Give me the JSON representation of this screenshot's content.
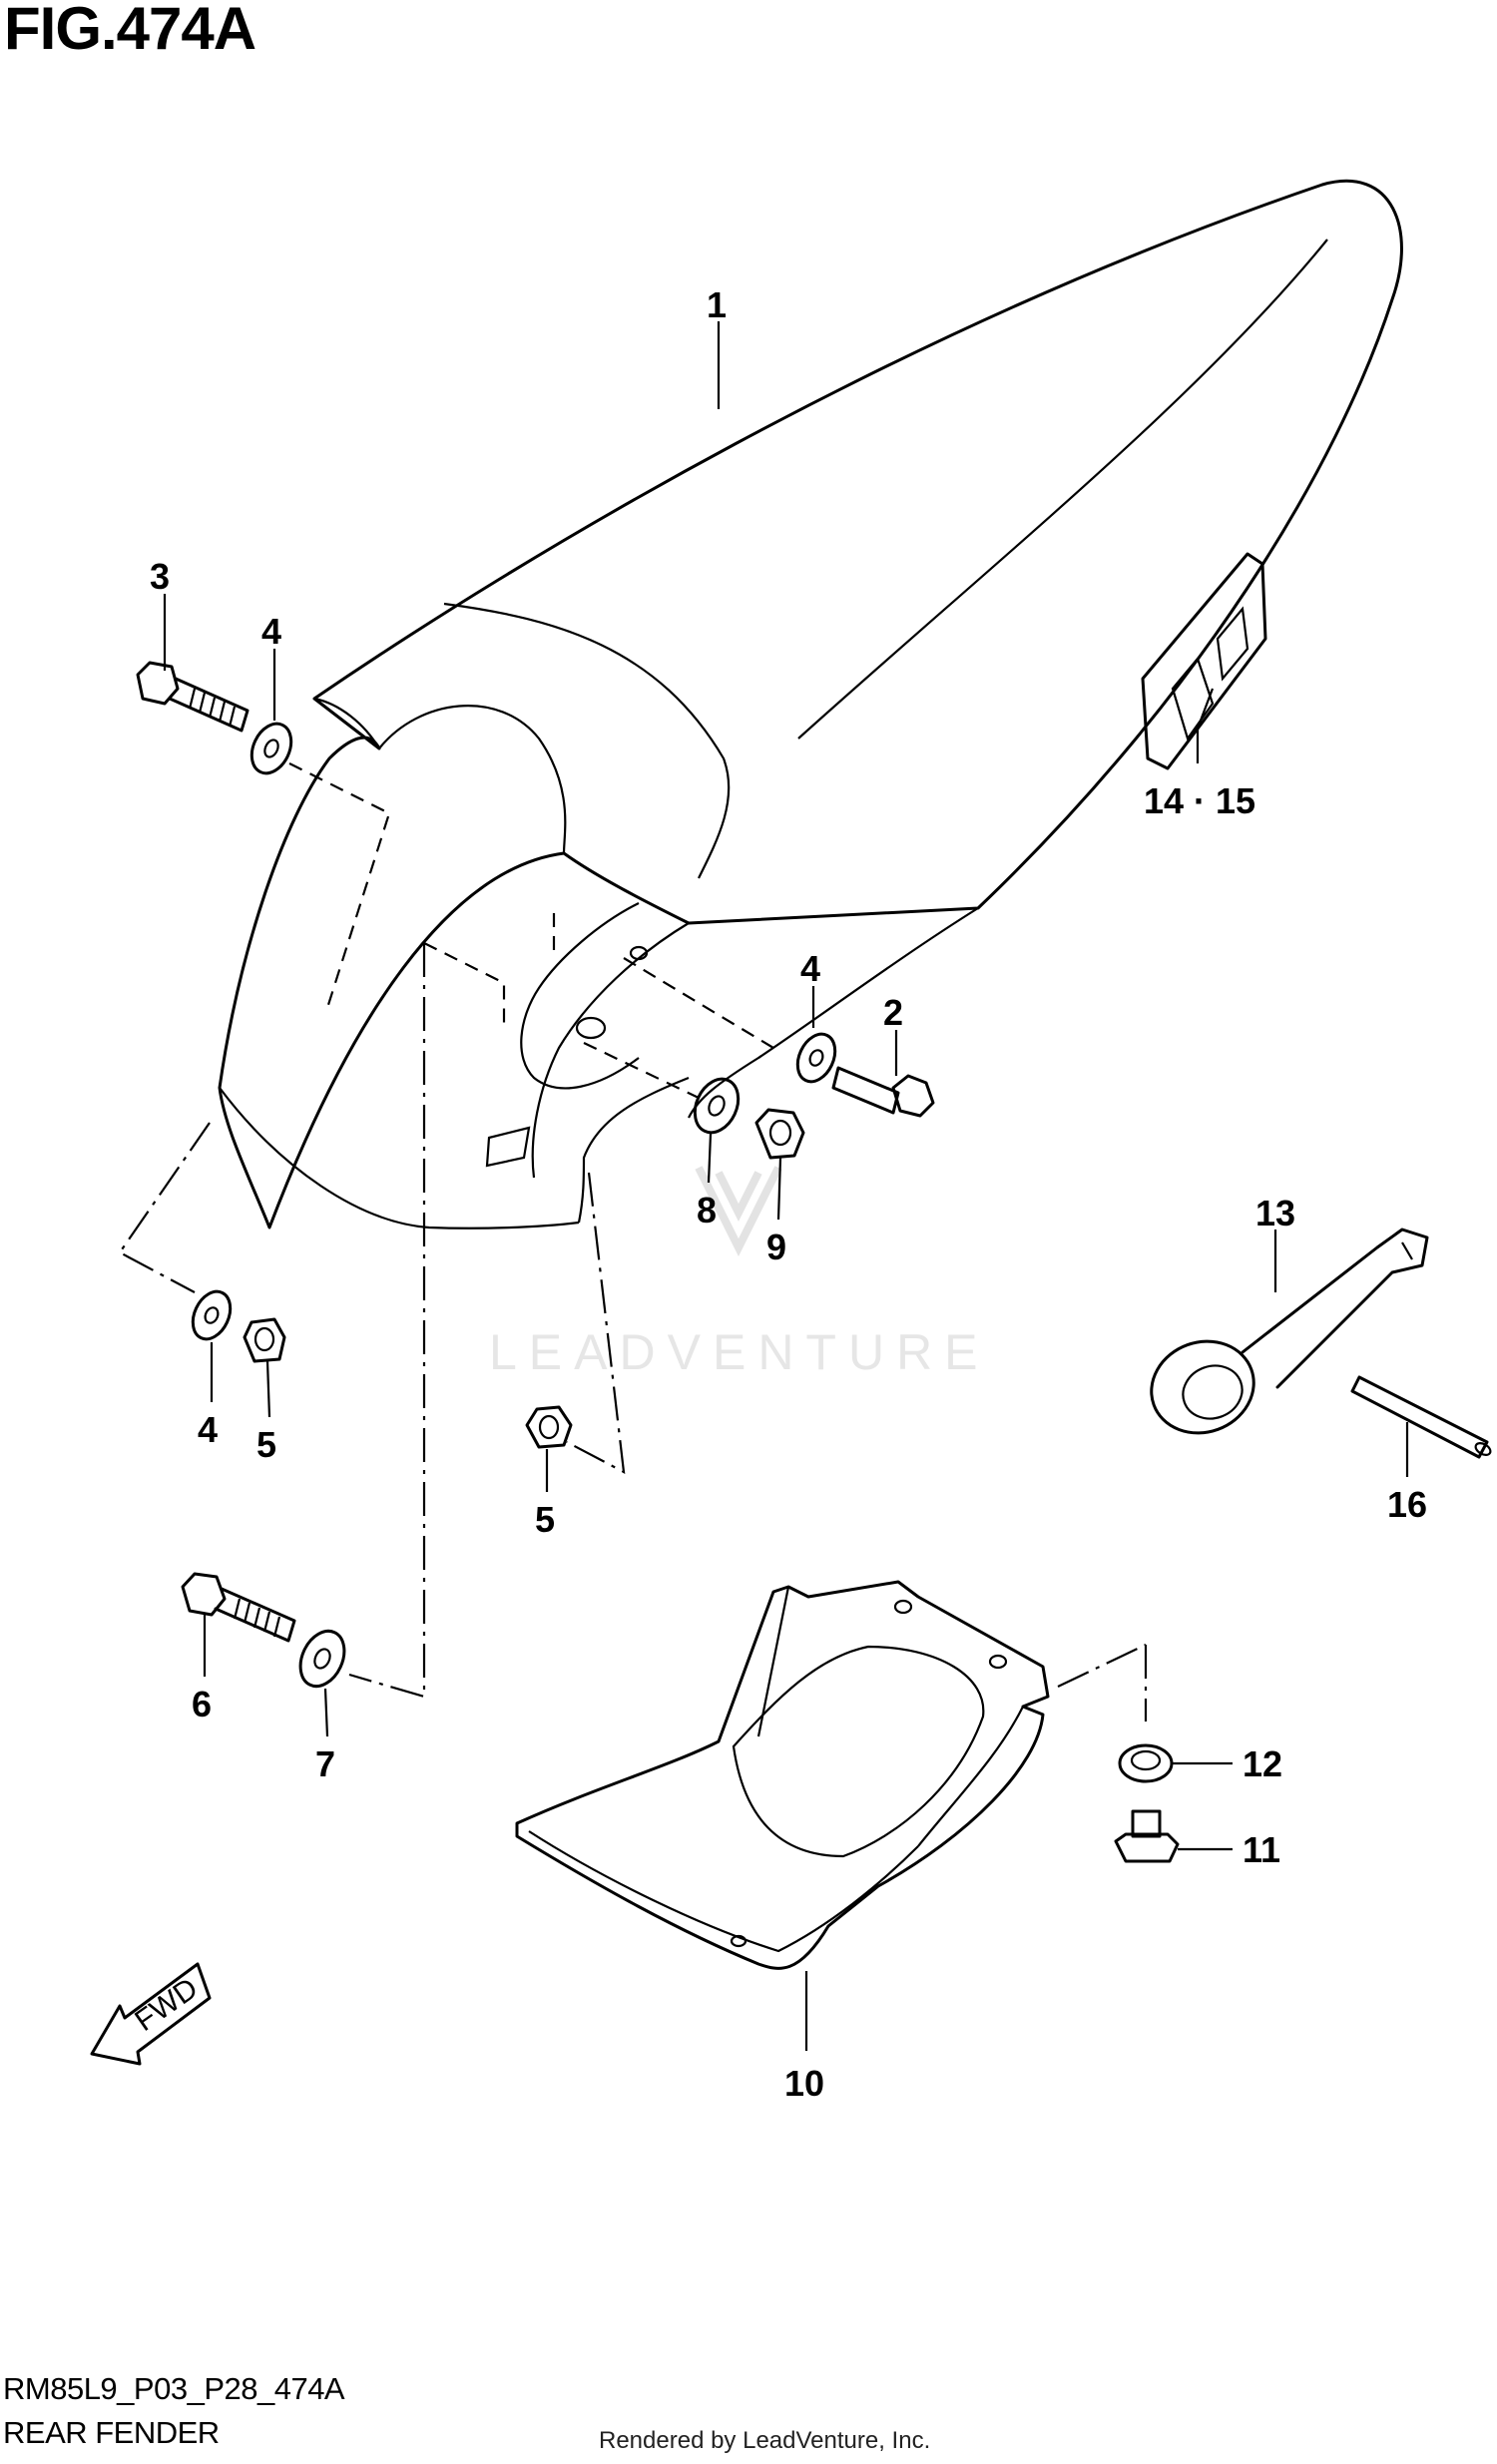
{
  "figure": {
    "title": "FIG.474A",
    "code": "RM85L9_P03_P28_474A",
    "name": "REAR FENDER",
    "footer": "Rendered by LeadVenture, Inc.",
    "watermark": "LEADVENTURE",
    "fwd_label": "FWD"
  },
  "callouts": {
    "c1": "1",
    "c2": "2",
    "c3": "3",
    "c4a": "4",
    "c4b": "4",
    "c4c": "4",
    "c5a": "5",
    "c5b": "5",
    "c6": "6",
    "c7": "7",
    "c8": "8",
    "c9": "9",
    "c10": "10",
    "c11": "11",
    "c12": "12",
    "c13": "13",
    "c1415": "14 · 15",
    "c16": "16"
  }
}
